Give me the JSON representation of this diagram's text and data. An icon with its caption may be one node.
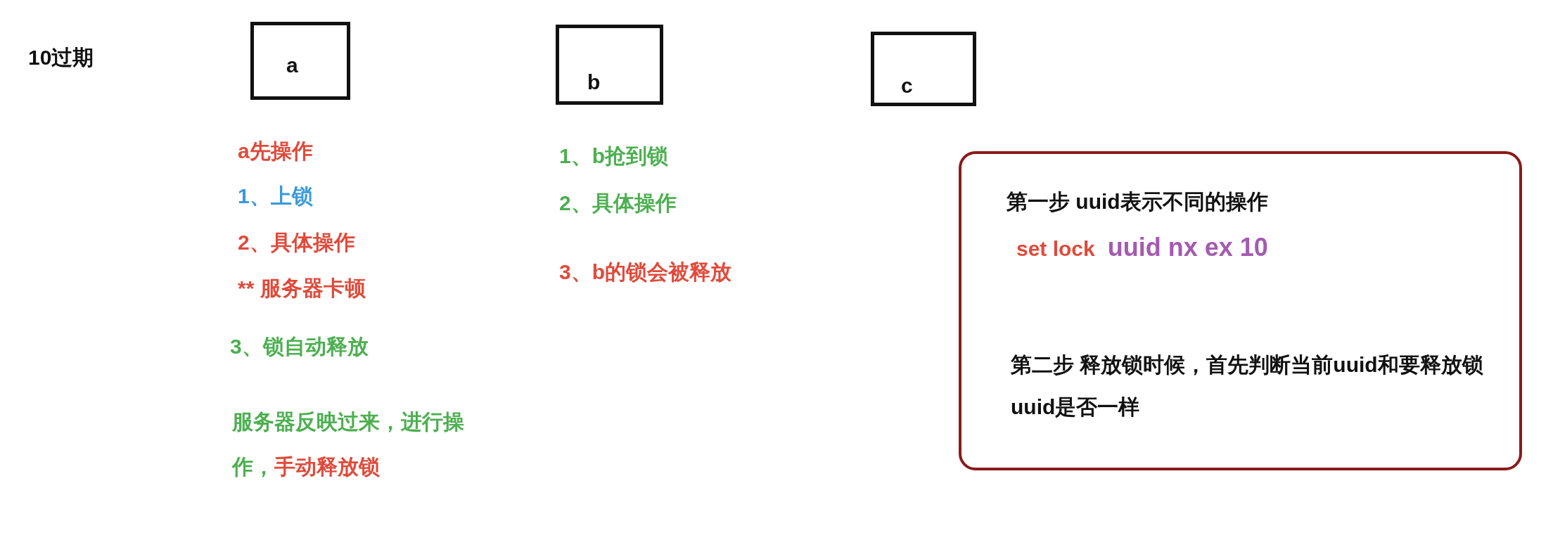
{
  "diagram": {
    "nodes": [
      {
        "text": [
          "a"
        ]
      },
      {
        "text": [
          "b"
        ]
      },
      {
        "text": [
          "c"
        ]
      },
      {
        "text": [
          "第一步 uuid表示不同的操作",
          "set lock",
          "uuid nx ex 10",
          "第二步 释放锁时候，首先判断当前uuid和要释放锁uuid是否一样"
        ]
      }
    ],
    "edges": [],
    "labels": [
      "10过期",
      "a先操作",
      "1、上锁",
      "2、具体操作",
      "** 服务器卡顿",
      "3、锁自动释放",
      "服务器反映过来，进行操作，",
      "手动释放锁",
      "1、b抢到锁",
      "2、具体操作",
      "3、b的锁会被释放"
    ]
  }
}
